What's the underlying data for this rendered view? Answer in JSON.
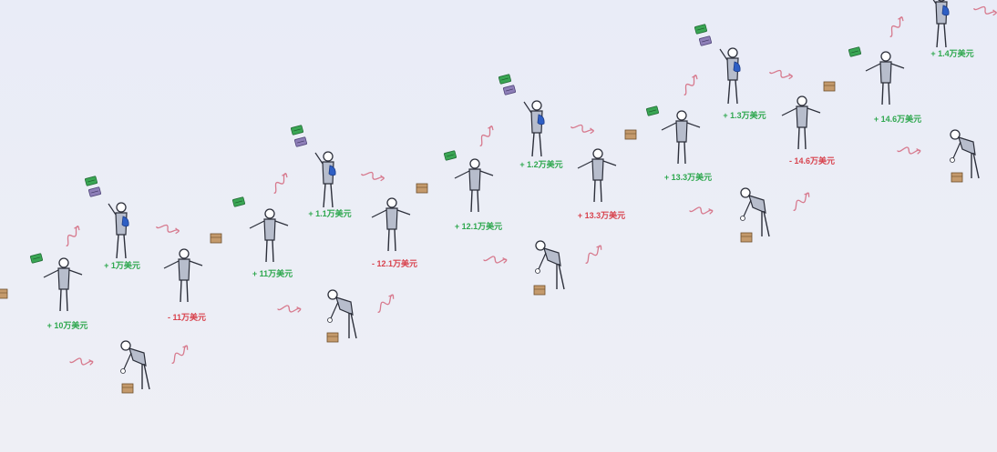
{
  "colors": {
    "background": "#eaedf6",
    "positive": "#2fa84f",
    "negative": "#d8434e",
    "arrow": "#d77a8e",
    "money_green": "#3aa654",
    "money_purple": "#8e7fb8",
    "box": "#b98f62",
    "accent_blue": "#2f5fc4",
    "figure": "#9aa2b5",
    "outline": "#2c2f3a"
  },
  "labels": {
    "c0_seller": "+ 10万美元",
    "c0_buyer": "+ 1万美元",
    "c0_producer": "- 11万美元",
    "c1_seller": "+ 11万美元",
    "c1_buyer": "+ 1.1万美元",
    "c1_producer": "- 12.1万美元",
    "c2_seller": "+ 12.1万美元",
    "c2_buyer": "+ 1.2万美元",
    "c2_producer": "+ 13.3万美元",
    "c3_seller": "+ 13.3万美元",
    "c3_buyer": "+ 1.3万美元",
    "c3_producer": "- 14.6万美元",
    "c4_seller": "+ 14.6万美元",
    "c4_buyer": "+ 1.4万美元"
  },
  "icons": {
    "money": "cash-stack-icon",
    "box": "package-box-icon",
    "arrow": "curly-arrow-icon",
    "person": "stick-figure-icon"
  }
}
